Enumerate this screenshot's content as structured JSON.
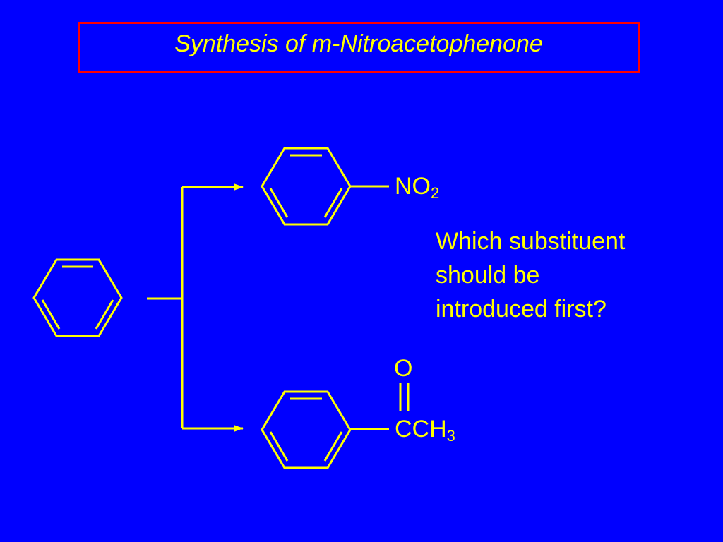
{
  "slide": {
    "title": "Synthesis of m-Nitroacetophenone",
    "question_lines": [
      "Which substituent",
      "should be",
      "introduced first?"
    ]
  },
  "products": {
    "nitro": {
      "main": "NO",
      "sub": "2"
    },
    "acetyl": {
      "oxygen": "O",
      "main": "CCH",
      "sub": "3"
    }
  },
  "colors": {
    "background": "#0000ff",
    "foreground": "#ffff00",
    "title_border": "#ff0000"
  }
}
